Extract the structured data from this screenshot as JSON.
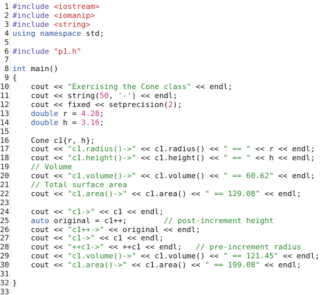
{
  "colors": {
    "keyword": "#2a56a8",
    "string": "#2a8a2a",
    "number": "#c4328c",
    "comment": "#2a8a2a",
    "preprocessor": "#5a3ea8",
    "include_target": "#c42b2b",
    "text": "#111111"
  },
  "lines": [
    {
      "n": "1",
      "segs": [
        {
          "t": "#include",
          "c": "pp"
        },
        {
          "t": " ",
          "c": "pl"
        },
        {
          "t": "<iostream>",
          "c": "inc"
        }
      ]
    },
    {
      "n": "2",
      "segs": [
        {
          "t": "#include",
          "c": "pp"
        },
        {
          "t": " ",
          "c": "pl"
        },
        {
          "t": "<iomanip>",
          "c": "inc"
        }
      ]
    },
    {
      "n": "3",
      "segs": [
        {
          "t": "#include",
          "c": "pp"
        },
        {
          "t": " ",
          "c": "pl"
        },
        {
          "t": "<string>",
          "c": "inc"
        }
      ]
    },
    {
      "n": "4",
      "segs": [
        {
          "t": "using namespace",
          "c": "kw"
        },
        {
          "t": " std;",
          "c": "pl"
        }
      ]
    },
    {
      "n": "5",
      "segs": []
    },
    {
      "n": "6",
      "segs": [
        {
          "t": "#include",
          "c": "pp"
        },
        {
          "t": " ",
          "c": "pl"
        },
        {
          "t": "\"p1.h\"",
          "c": "inc"
        }
      ]
    },
    {
      "n": "7",
      "segs": []
    },
    {
      "n": "8",
      "segs": [
        {
          "t": "int",
          "c": "kw"
        },
        {
          "t": " main()",
          "c": "pl"
        }
      ]
    },
    {
      "n": "9",
      "segs": [
        {
          "t": "{",
          "c": "pl"
        }
      ]
    },
    {
      "n": "10",
      "segs": [
        {
          "t": "    cout << ",
          "c": "pl"
        },
        {
          "t": "\"Exercising the Cone class\"",
          "c": "str"
        },
        {
          "t": " << endl;",
          "c": "pl"
        }
      ]
    },
    {
      "n": "11",
      "segs": [
        {
          "t": "    cout << string(",
          "c": "pl"
        },
        {
          "t": "50",
          "c": "num"
        },
        {
          "t": ", ",
          "c": "pl"
        },
        {
          "t": "'-'",
          "c": "str"
        },
        {
          "t": ") << endl;",
          "c": "pl"
        }
      ]
    },
    {
      "n": "12",
      "segs": [
        {
          "t": "    cout << fixed << setprecision(",
          "c": "pl"
        },
        {
          "t": "2",
          "c": "num"
        },
        {
          "t": ");",
          "c": "pl"
        }
      ]
    },
    {
      "n": "13",
      "segs": [
        {
          "t": "    ",
          "c": "pl"
        },
        {
          "t": "double",
          "c": "kw"
        },
        {
          "t": " r = ",
          "c": "pl"
        },
        {
          "t": "4.28",
          "c": "num"
        },
        {
          "t": ";",
          "c": "pl"
        }
      ]
    },
    {
      "n": "14",
      "segs": [
        {
          "t": "    ",
          "c": "pl"
        },
        {
          "t": "double",
          "c": "kw"
        },
        {
          "t": " h = ",
          "c": "pl"
        },
        {
          "t": "3.16",
          "c": "num"
        },
        {
          "t": ";",
          "c": "pl"
        }
      ]
    },
    {
      "n": "15",
      "segs": []
    },
    {
      "n": "16",
      "segs": [
        {
          "t": "    Cone c1{r, h};",
          "c": "pl"
        }
      ]
    },
    {
      "n": "17",
      "segs": [
        {
          "t": "    cout << ",
          "c": "pl"
        },
        {
          "t": "\"c1.radius()->\"",
          "c": "str"
        },
        {
          "t": " << c1.radius() << ",
          "c": "pl"
        },
        {
          "t": "\" == \"",
          "c": "str"
        },
        {
          "t": " << r << endl;",
          "c": "pl"
        }
      ]
    },
    {
      "n": "18",
      "segs": [
        {
          "t": "    cout << ",
          "c": "pl"
        },
        {
          "t": "\"c1.height()->\"",
          "c": "str"
        },
        {
          "t": " << c1.height() << ",
          "c": "pl"
        },
        {
          "t": "\" == \"",
          "c": "str"
        },
        {
          "t": " << h << endl;",
          "c": "pl"
        }
      ]
    },
    {
      "n": "19",
      "segs": [
        {
          "t": "    ",
          "c": "pl"
        },
        {
          "t": "// Volume",
          "c": "cm"
        }
      ]
    },
    {
      "n": "20",
      "segs": [
        {
          "t": "    cout << ",
          "c": "pl"
        },
        {
          "t": "\"c1.volume()->\"",
          "c": "str"
        },
        {
          "t": " << c1.volume() << ",
          "c": "pl"
        },
        {
          "t": "\" == 60.62\"",
          "c": "str"
        },
        {
          "t": " << endl;",
          "c": "pl"
        }
      ]
    },
    {
      "n": "21",
      "segs": [
        {
          "t": "    ",
          "c": "pl"
        },
        {
          "t": "// Total surface area",
          "c": "cm"
        }
      ]
    },
    {
      "n": "22",
      "segs": [
        {
          "t": "    cout << ",
          "c": "pl"
        },
        {
          "t": "\"c1.area()->\"",
          "c": "str"
        },
        {
          "t": " << c1.area() << ",
          "c": "pl"
        },
        {
          "t": "\" == 129.08\"",
          "c": "str"
        },
        {
          "t": " << endl;",
          "c": "pl"
        }
      ]
    },
    {
      "n": "23",
      "segs": []
    },
    {
      "n": "24",
      "segs": [
        {
          "t": "    cout << ",
          "c": "pl"
        },
        {
          "t": "\"c1->\"",
          "c": "str"
        },
        {
          "t": " << c1 << endl;",
          "c": "pl"
        }
      ]
    },
    {
      "n": "25",
      "segs": [
        {
          "t": "    ",
          "c": "pl"
        },
        {
          "t": "auto",
          "c": "kw"
        },
        {
          "t": " original = c1++;        ",
          "c": "pl"
        },
        {
          "t": "// post-increment height",
          "c": "cm"
        }
      ]
    },
    {
      "n": "26",
      "segs": [
        {
          "t": "    cout << ",
          "c": "pl"
        },
        {
          "t": "\"c1++->\"",
          "c": "str"
        },
        {
          "t": " << original << endl;",
          "c": "pl"
        }
      ]
    },
    {
      "n": "27",
      "segs": [
        {
          "t": "    cout << ",
          "c": "pl"
        },
        {
          "t": "\"c1->\"",
          "c": "str"
        },
        {
          "t": " << c1 << endl;",
          "c": "pl"
        }
      ]
    },
    {
      "n": "28",
      "segs": [
        {
          "t": "    cout << ",
          "c": "pl"
        },
        {
          "t": "\"++c1->\"",
          "c": "str"
        },
        {
          "t": " << ++c1 << endl;   ",
          "c": "pl"
        },
        {
          "t": "// pre-increment radius",
          "c": "cm"
        }
      ]
    },
    {
      "n": "29",
      "segs": [
        {
          "t": "    cout << ",
          "c": "pl"
        },
        {
          "t": "\"c1.volume()->\"",
          "c": "str"
        },
        {
          "t": " << c1.volume() << ",
          "c": "pl"
        },
        {
          "t": "\" == 121.45\"",
          "c": "str"
        },
        {
          "t": " << endl;",
          "c": "pl"
        }
      ]
    },
    {
      "n": "30",
      "segs": [
        {
          "t": "    cout << ",
          "c": "pl"
        },
        {
          "t": "\"c1.area()->\"",
          "c": "str"
        },
        {
          "t": " << c1.area() << ",
          "c": "pl"
        },
        {
          "t": "\" == 199.08\"",
          "c": "str"
        },
        {
          "t": " << endl;",
          "c": "pl"
        }
      ]
    },
    {
      "n": "31",
      "segs": []
    },
    {
      "n": "32",
      "segs": [
        {
          "t": "}",
          "c": "pl"
        }
      ]
    },
    {
      "n": "33",
      "segs": []
    }
  ]
}
